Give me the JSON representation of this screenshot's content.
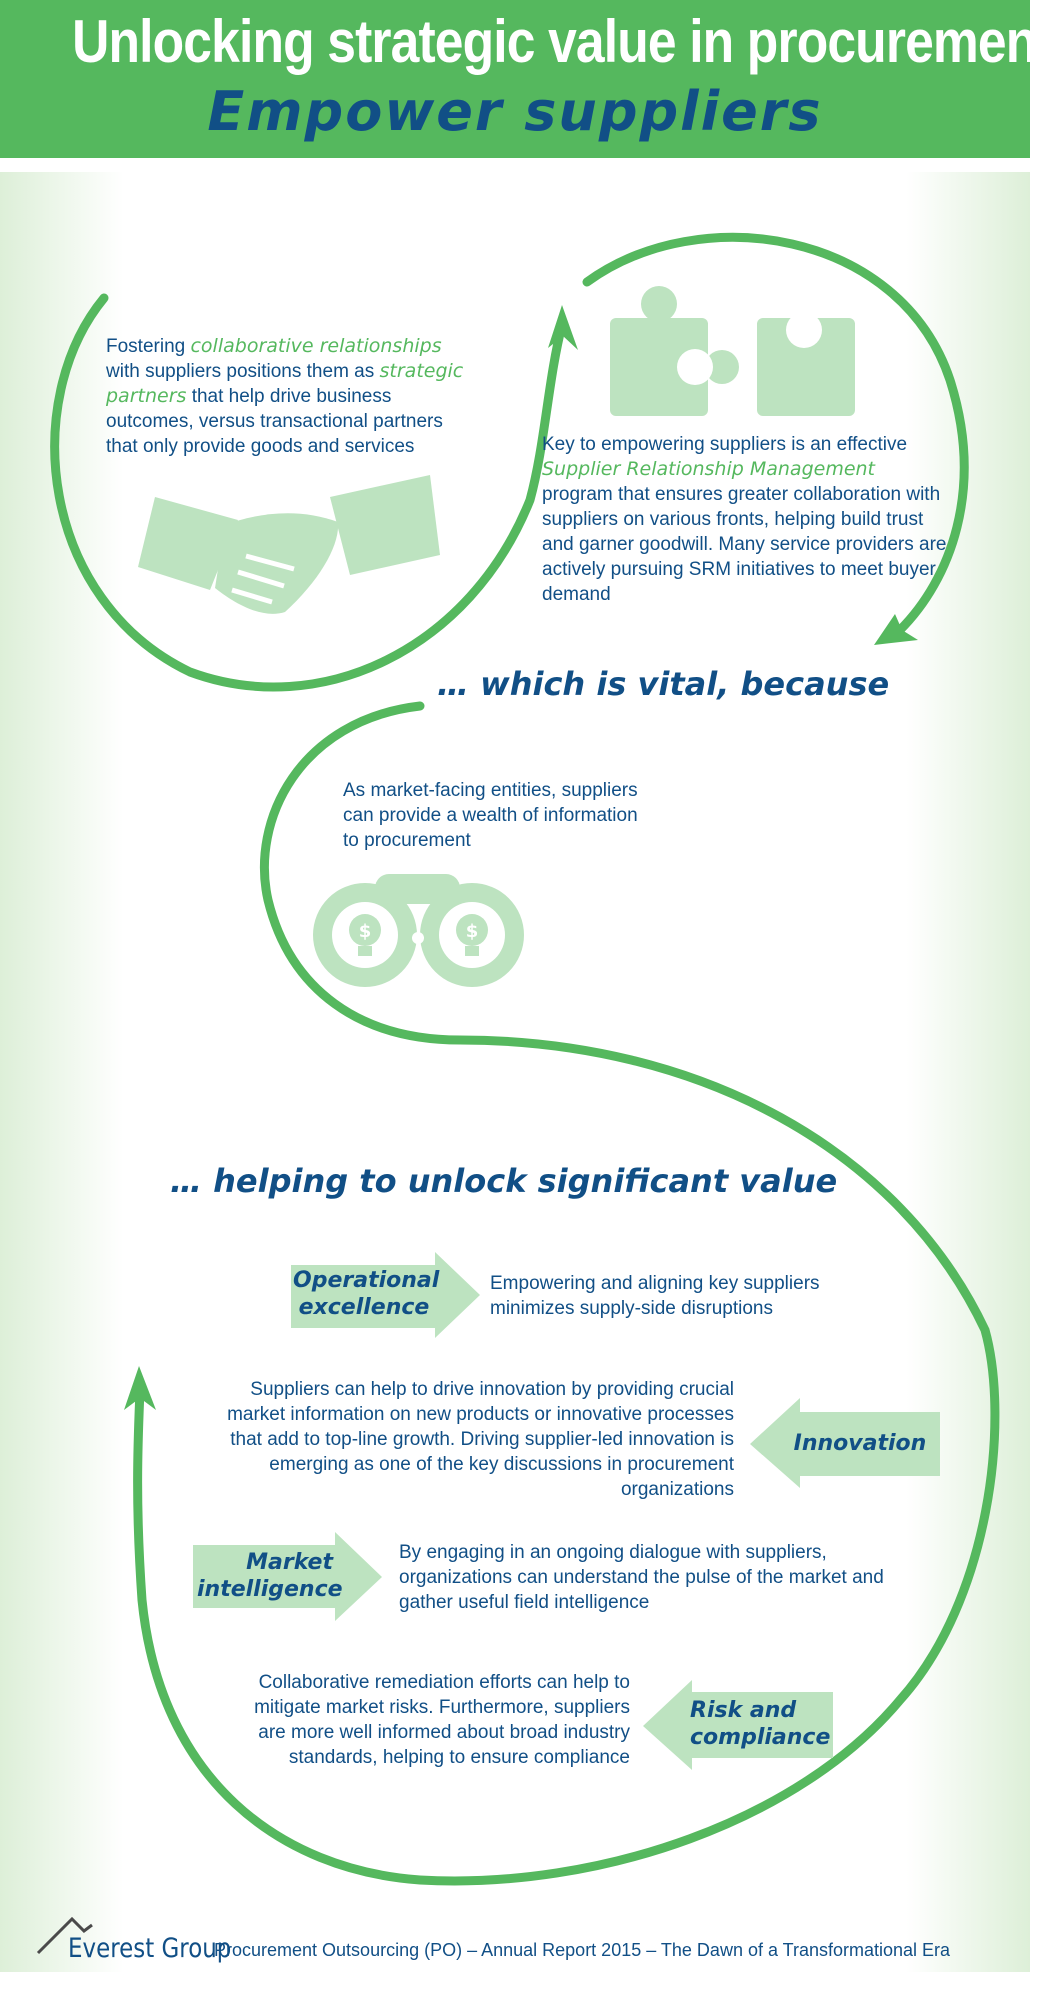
{
  "header": {
    "title": "Unlocking strategic value in procurement:",
    "subtitle": "Empower suppliers"
  },
  "collaboration": {
    "prefix": "Fostering ",
    "highlight1": "collaborative relationships",
    "mid": " with suppliers positions them as ",
    "highlight2": "strategic partners",
    "suffix": " that help drive business outcomes, versus transactional partners that only provide goods and services"
  },
  "srm": {
    "prefix": "Key to empowering suppliers is an effective ",
    "highlight": "Supplier Relationship Management",
    "suffix": " program that ensures greater collaboration with suppliers on various fronts, helping build trust and garner goodwill. Many service providers are actively pursuing SRM initiatives to meet buyer demand"
  },
  "vital_heading": "… which is vital, because",
  "market_facing": "As market-facing entities, suppliers can provide a wealth of information to procurement",
  "value_heading": "… helping to unlock significant value",
  "values": [
    {
      "label": "Operational excellence",
      "text": "Empowering and aligning key suppliers minimizes supply-side disruptions"
    },
    {
      "label": "Innovation",
      "text": "Suppliers can help to drive innovation by providing crucial market information on new products or innovative processes that add to top-line growth. Driving supplier-led innovation is emerging as one of the key discussions in procurement organizations"
    },
    {
      "label": "Market intelligence",
      "text": "By engaging in an ongoing dialogue with suppliers, organizations can understand the pulse of the market and gather useful field intelligence"
    },
    {
      "label": "Risk and compliance",
      "text": "Collaborative remediation efforts can help to mitigate market risks. Furthermore, suppliers are more well informed about broad industry standards, helping to ensure compliance"
    }
  ],
  "footer": {
    "logo": "Everest Group",
    "text": "Procurement Outsourcing (PO) – Annual Report 2015 – The Dawn of a Transformational Era"
  },
  "colors": {
    "green": "#55b85e",
    "light_green": "#bde3c0",
    "navy": "#114f86"
  },
  "icons": [
    "puzzle-icon",
    "handshake-icon",
    "binoculars-icon",
    "arrow-icon",
    "everest-logo-icon"
  ]
}
